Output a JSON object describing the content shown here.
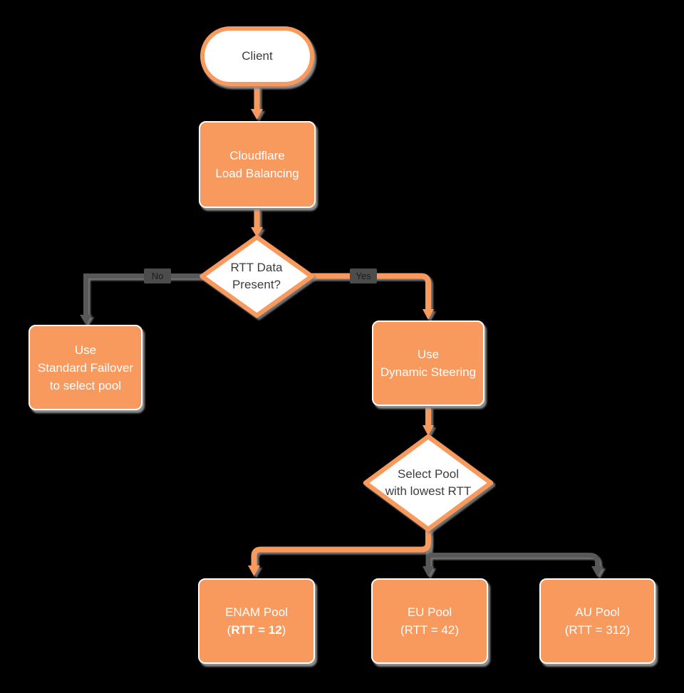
{
  "colors": {
    "orange": "#F8995E",
    "wire_gray": "#585858",
    "shadow_gray": "#8E8E8E",
    "background": "#000000",
    "node_text_light": "#FFFFFF",
    "node_text_dark": "#3D3D3D"
  },
  "nodes": {
    "client": {
      "label": "Client"
    },
    "load_balancer": {
      "line1": "Cloudflare",
      "line2": "Load Balancing"
    },
    "decision_rtt": {
      "line1": "RTT Data",
      "line2": "Present?"
    },
    "standard_failover": {
      "line1": "Use",
      "line2": "Standard Failover",
      "line3": "to select pool"
    },
    "dynamic_steering": {
      "line1": "Use",
      "line2": "Dynamic Steering"
    },
    "decision_pool": {
      "line1": "Select Pool",
      "line2": "with lowest RTT"
    },
    "pool_enam": {
      "name": "ENAM Pool",
      "paren_open": "(",
      "rtt_bold": "RTT = 12",
      "paren_close": ")"
    },
    "pool_eu": {
      "name": "EU Pool",
      "rtt": "(RTT = 42)"
    },
    "pool_au": {
      "name": "AU Pool",
      "rtt": "(RTT = 312)"
    }
  },
  "edge_labels": {
    "no": "No",
    "yes": "Yes"
  }
}
